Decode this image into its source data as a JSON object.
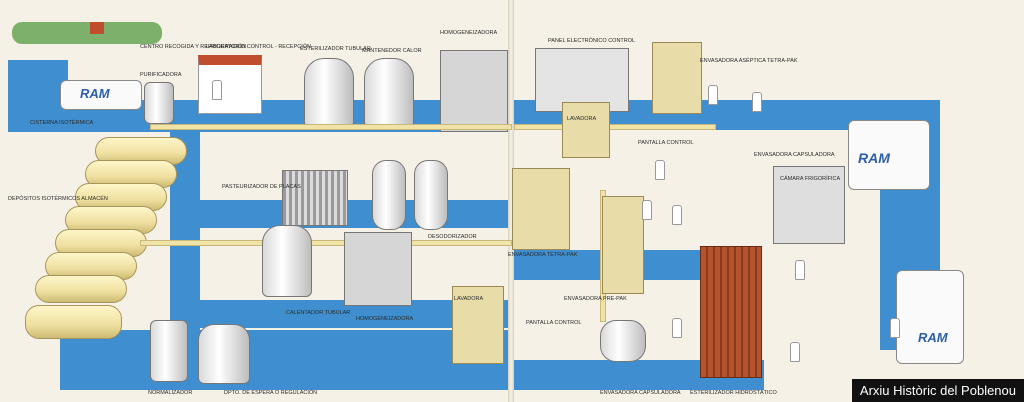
{
  "watermark": "Arxiu Històric del Poblenou",
  "truck_brand": "RAM",
  "labels": {
    "l1": "Centro recogida y refrigeración",
    "l2": "Cisterna isotérmica",
    "l3": "Purificadora",
    "l4": "Depósitos isotérmicos almacén",
    "l5": "Laboratorio control - recepción",
    "l6": "Esterilizador tubular",
    "l7": "Mantenedor calor",
    "l8": "Homogeneizadora",
    "l9": "Panel electrónico control",
    "l10": "Desodorizador",
    "l11": "Pasteurizador de placas",
    "l12": "Lavadora",
    "l13": "Envasadora tetra-pak",
    "l14": "Pantalla control",
    "l15": "Envasadora capsuladora",
    "l16": "Envasadora aséptica tetra-pak",
    "l17": "Cámara frigorífica",
    "l18": "Normalizador",
    "l19": "Dpto. de espera o regulación",
    "l20": "Calentador tubular",
    "l21": "Homogeneizadora",
    "l22": "Lavadora",
    "l23": "Pantalla control",
    "l24": "Envasadora capsuladora",
    "l25": "Esterilizador hidrostático",
    "l26": "Envasadora pre-pak"
  }
}
